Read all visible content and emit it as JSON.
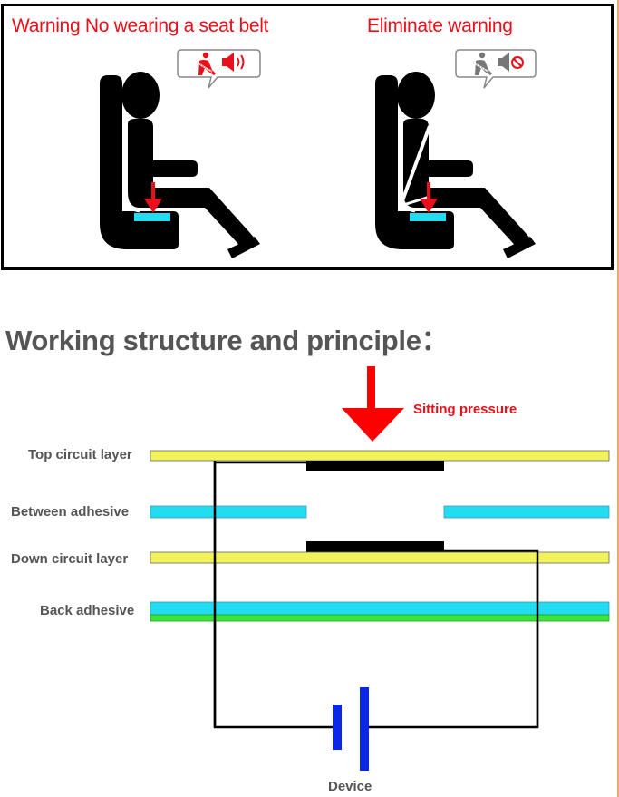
{
  "top_panel": {
    "left_title": "Warning No wearing a seat belt",
    "right_title": "Eliminate warning",
    "left_bubble_icons": [
      "seatbelt-person-icon",
      "speaker-sound-icon"
    ],
    "right_bubble_icons": [
      "seatbelt-person-icon",
      "speaker-muted-icon"
    ]
  },
  "section_heading": "Working structure and principle：",
  "diagram": {
    "pressure_label": "Sitting pressure",
    "layers": [
      {
        "id": "top-circuit",
        "label": "Top circuit layer",
        "color": "#f2f25a"
      },
      {
        "id": "between-adhesive",
        "label": "Between adhesive",
        "color": "#22ddf2"
      },
      {
        "id": "down-circuit",
        "label": "Down circuit layer",
        "color": "#f2f25a"
      },
      {
        "id": "back-adhesive",
        "label": "Back adhesive",
        "color": "#22ddf2"
      }
    ],
    "device_label": "Device"
  },
  "colors": {
    "warning_red": "#e8101a",
    "pressure_arrow": "#ff0000",
    "circuit_yellow": "#f2f25a",
    "adhesive_cyan": "#22ddf2",
    "base_green": "#3ae63a",
    "battery_blue": "#0a28e6",
    "sensor_pad": "#22ddf2"
  }
}
